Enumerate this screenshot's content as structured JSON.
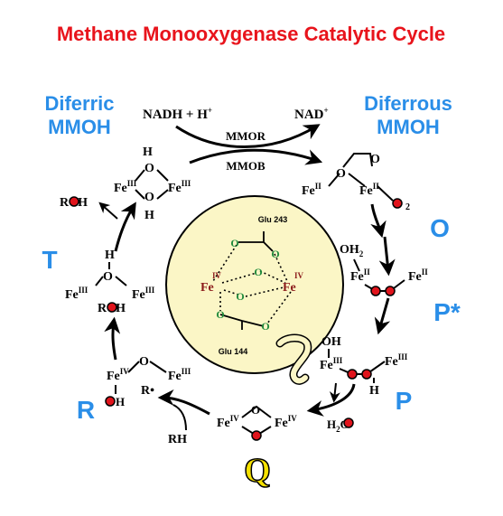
{
  "title": "Methane Monooxygenase Catalytic Cycle",
  "states": {
    "diferric_l1": "Diferric",
    "diferric_l2": "MMOH",
    "diferrous_l1": "Diferrous",
    "diferrous_l2": "MMOH",
    "O": "O",
    "P_star": "P*",
    "P": "P",
    "Q": "Q",
    "R": "R",
    "T": "T"
  },
  "reduction": {
    "nadh": "NADH + H",
    "nadh_sup": "+",
    "nad": "NAD",
    "nad_sup": "+",
    "mmor": "MMOR",
    "mmob": "MMOB"
  },
  "chem": {
    "H": "H",
    "O": "O",
    "Fe": "Fe",
    "III": "III",
    "II": "II",
    "IV": "IV",
    "ROH": "ROH",
    "RH": "RH",
    "R_dot": "R•",
    "OH": "OH",
    "OH2": "OH",
    "sub2": "2",
    "H2O": "H",
    "H2O_tail": "O",
    "two": "2"
  },
  "active_site": {
    "glu243": "Glu 243",
    "glu144": "Glu 144",
    "fe": "Fe",
    "iv": "IV",
    "o": "O"
  },
  "colors": {
    "title": "#e8141c",
    "state_label": "#2a8ee8",
    "q_label": "#f5e100",
    "oxygen_dot": "#e0141c",
    "circle_fill": "#fbf6c6",
    "ligand": "#1f8a3c"
  }
}
